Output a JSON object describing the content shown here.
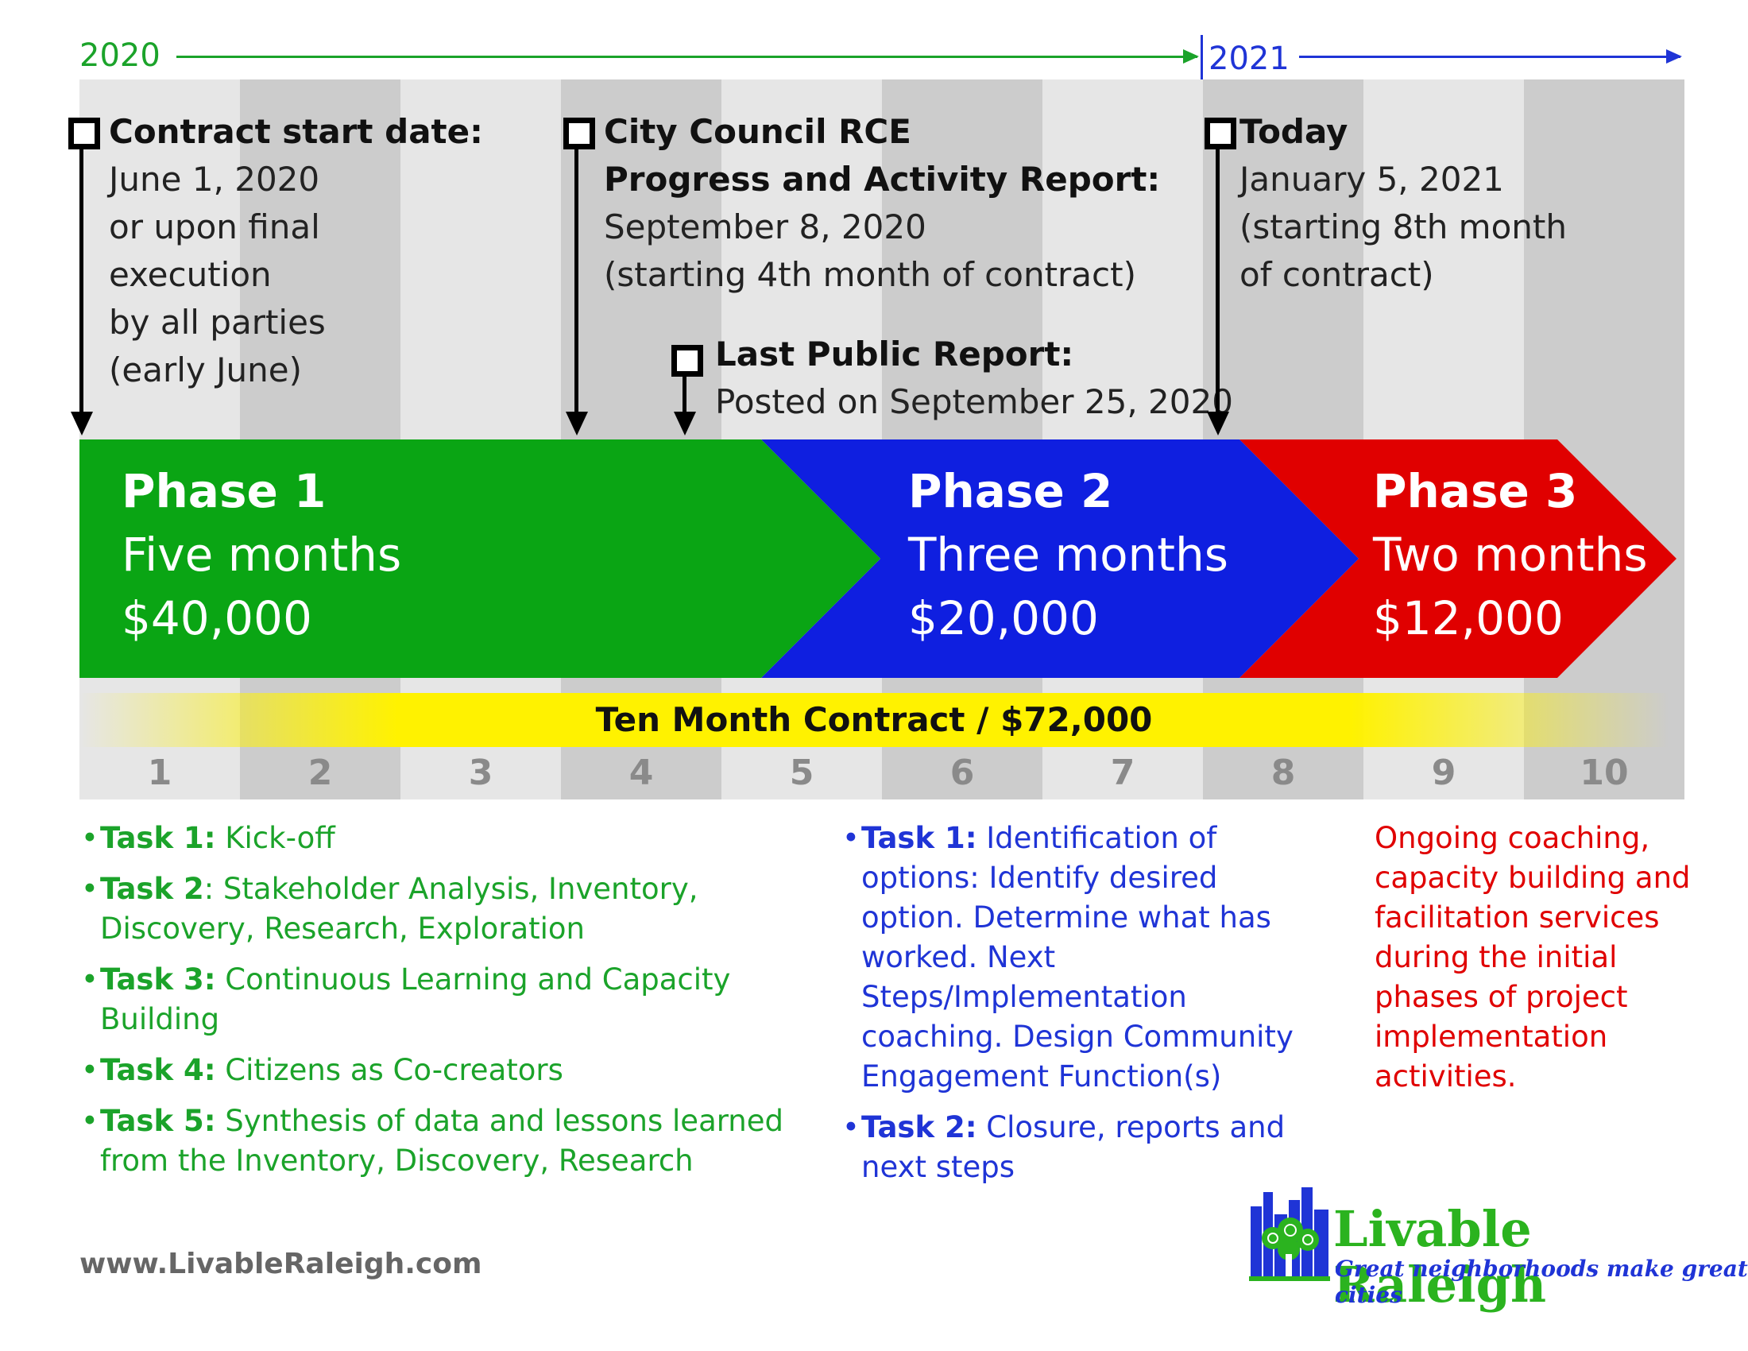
{
  "timeline": {
    "year_start": "2020",
    "year_end": "2021"
  },
  "markers": [
    {
      "id": "contract-start",
      "head": "Contract start date:",
      "body": "June 1, 2020\nor upon final\nexecution\nby all parties\n(early June)"
    },
    {
      "id": "council-report",
      "head": "City Council RCE\nProgress and Activity Report:",
      "body": "September 8, 2020\n(starting 4th month of contract)"
    },
    {
      "id": "public-report",
      "head": "Last Public Report:",
      "body": "Posted on September 25, 2020"
    },
    {
      "id": "today",
      "head": "Today",
      "body": "January 5, 2021\n(starting 8th month\nof contract)"
    }
  ],
  "phases": [
    {
      "title": "Phase 1",
      "duration": "Five months",
      "cost": "$40,000",
      "color": "#0aa514"
    },
    {
      "title": "Phase 2",
      "duration": "Three months",
      "cost": "$20,000",
      "color": "#0f1fe0"
    },
    {
      "title": "Phase 3",
      "duration": "Two months",
      "cost": "$12,000",
      "color": "#e00000"
    }
  ],
  "contract_label": "Ten Month Contract / $72,000",
  "months": [
    "1",
    "2",
    "3",
    "4",
    "5",
    "6",
    "7",
    "8",
    "9",
    "10"
  ],
  "phase1_tasks": [
    {
      "label": "Task 1:",
      "text": " Kick-off"
    },
    {
      "label": "Task 2",
      "text": ": Stakeholder Analysis, Inventory, Discovery, Research, Exploration"
    },
    {
      "label": "Task 3:",
      "text": " Continuous Learning and Capacity Building"
    },
    {
      "label": "Task 4:",
      "text": " Citizens as Co-creators"
    },
    {
      "label": "Task 5:",
      "text": " Synthesis of data and lessons learned from the Inventory, Discovery, Research"
    }
  ],
  "phase2_tasks": [
    {
      "label": "Task 1:",
      "text": " Identification of options: Identify desired option. Determine what has worked. Next Steps/Implementation coaching. Design Community Engagement Function(s)"
    },
    {
      "label": "Task 2:",
      "text": " Closure, reports and next steps"
    }
  ],
  "phase3_text": "Ongoing coaching, capacity building and facilitation services during the initial phases of project implementation activities.",
  "footer": {
    "url": "www.LivableRaleigh.com",
    "logo_name": "Livable Raleigh",
    "logo_tagline": "Great neighborhoods make great cities"
  },
  "colors": {
    "green": "#1ba32a",
    "blue": "#1f34d6",
    "red": "#e00000",
    "yellow": "#fff200"
  }
}
